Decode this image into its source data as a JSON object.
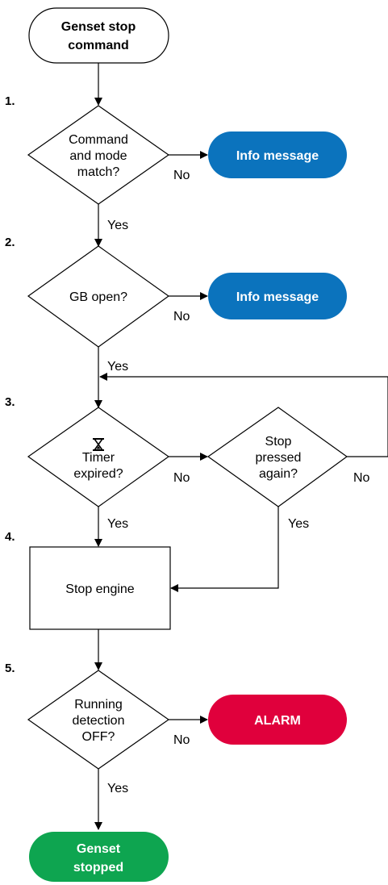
{
  "colors": {
    "info": "#0b73bd",
    "alarm": "#e0003c",
    "success": "#0ea550",
    "line": "#000000"
  },
  "start": {
    "line1": "Genset stop",
    "line2": "command"
  },
  "steps": {
    "s1": "1.",
    "s2": "2.",
    "s3": "3.",
    "s4": "4.",
    "s5": "5."
  },
  "decision1": {
    "line1": "Command",
    "line2": "and mode",
    "line3": "match?"
  },
  "decision2": {
    "line1": "GB open?"
  },
  "decision3": {
    "icon": "hourglass-icon",
    "line1": "Timer",
    "line2": "expired?"
  },
  "decision4": {
    "line1": "Stop",
    "line2": "pressed",
    "line3": "again?"
  },
  "decision5": {
    "line1": "Running",
    "line2": "detection",
    "line3": "OFF?"
  },
  "process": {
    "stop_engine": "Stop engine"
  },
  "info1": "Info message",
  "info2": "Info message",
  "alarm": "ALARM",
  "end": {
    "line1": "Genset",
    "line2": "stopped"
  },
  "edges": {
    "no1": "No",
    "yes1": "Yes",
    "no2": "No",
    "yes2": "Yes",
    "no3": "No",
    "yes3": "Yes",
    "no4": "No",
    "yes4": "Yes",
    "no5": "No",
    "yes5": "Yes"
  }
}
